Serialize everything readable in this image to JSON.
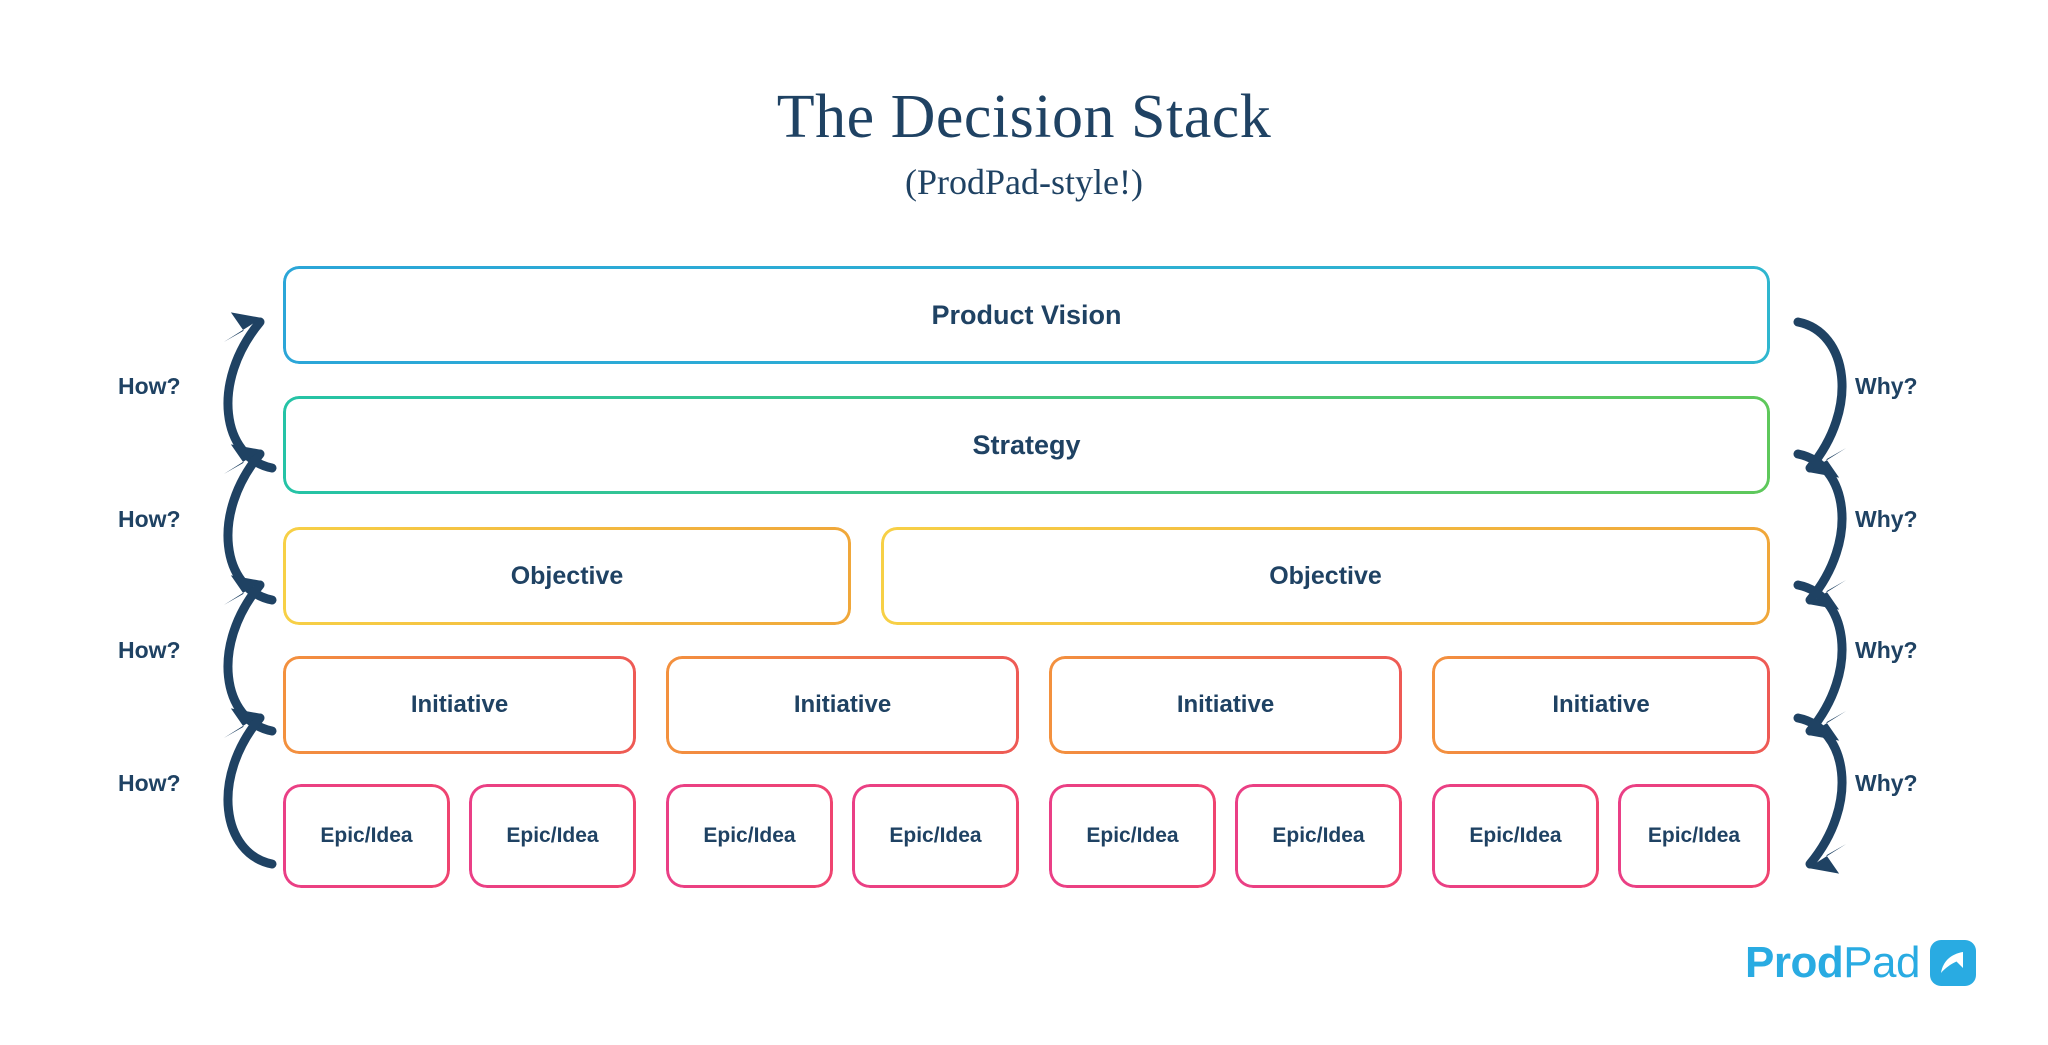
{
  "title": {
    "main": "The Decision Stack",
    "subtitle": "(ProdPad-style!)"
  },
  "colors": {
    "text_navy": "#1f4263",
    "vision": "#2ba6d8",
    "strategy": "#35c48a",
    "objective": "#f3bc40",
    "initiative": "#f0763f",
    "epic": "#ea3f86",
    "brand_cyan": "#29abe2",
    "arrow_navy": "#1f4263"
  },
  "stack": {
    "rows": [
      {
        "id": "product-vision",
        "level": 1,
        "color": "#2ba6d8",
        "nodes": [
          {
            "label": "Product Vision"
          }
        ]
      },
      {
        "id": "strategy",
        "level": 2,
        "color": "#35c48a",
        "nodes": [
          {
            "label": "Strategy"
          }
        ]
      },
      {
        "id": "objective",
        "level": 3,
        "color": "#f3bc40",
        "nodes": [
          {
            "label": "Objective"
          },
          {
            "label": "Objective"
          }
        ]
      },
      {
        "id": "initiative",
        "level": 4,
        "color": "#f0763f",
        "nodes": [
          {
            "label": "Initiative"
          },
          {
            "label": "Initiative"
          },
          {
            "label": "Initiative"
          },
          {
            "label": "Initiative"
          }
        ]
      },
      {
        "id": "epic-idea",
        "level": 5,
        "color": "#ea3f86",
        "nodes": [
          {
            "label": "Epic/Idea"
          },
          {
            "label": "Epic/Idea"
          },
          {
            "label": "Epic/Idea"
          },
          {
            "label": "Epic/Idea"
          },
          {
            "label": "Epic/Idea"
          },
          {
            "label": "Epic/Idea"
          },
          {
            "label": "Epic/Idea"
          },
          {
            "label": "Epic/Idea"
          }
        ]
      }
    ]
  },
  "side_labels": {
    "left": [
      {
        "text": "How?"
      },
      {
        "text": "How?"
      },
      {
        "text": "How?"
      },
      {
        "text": "How?"
      }
    ],
    "right": [
      {
        "text": "Why?"
      },
      {
        "text": "Why?"
      },
      {
        "text": "Why?"
      },
      {
        "text": "Why?"
      }
    ]
  },
  "logo": {
    "word_bold": "Prod",
    "word_light": "Pad",
    "icon": "prodpad-arrow-mark"
  }
}
